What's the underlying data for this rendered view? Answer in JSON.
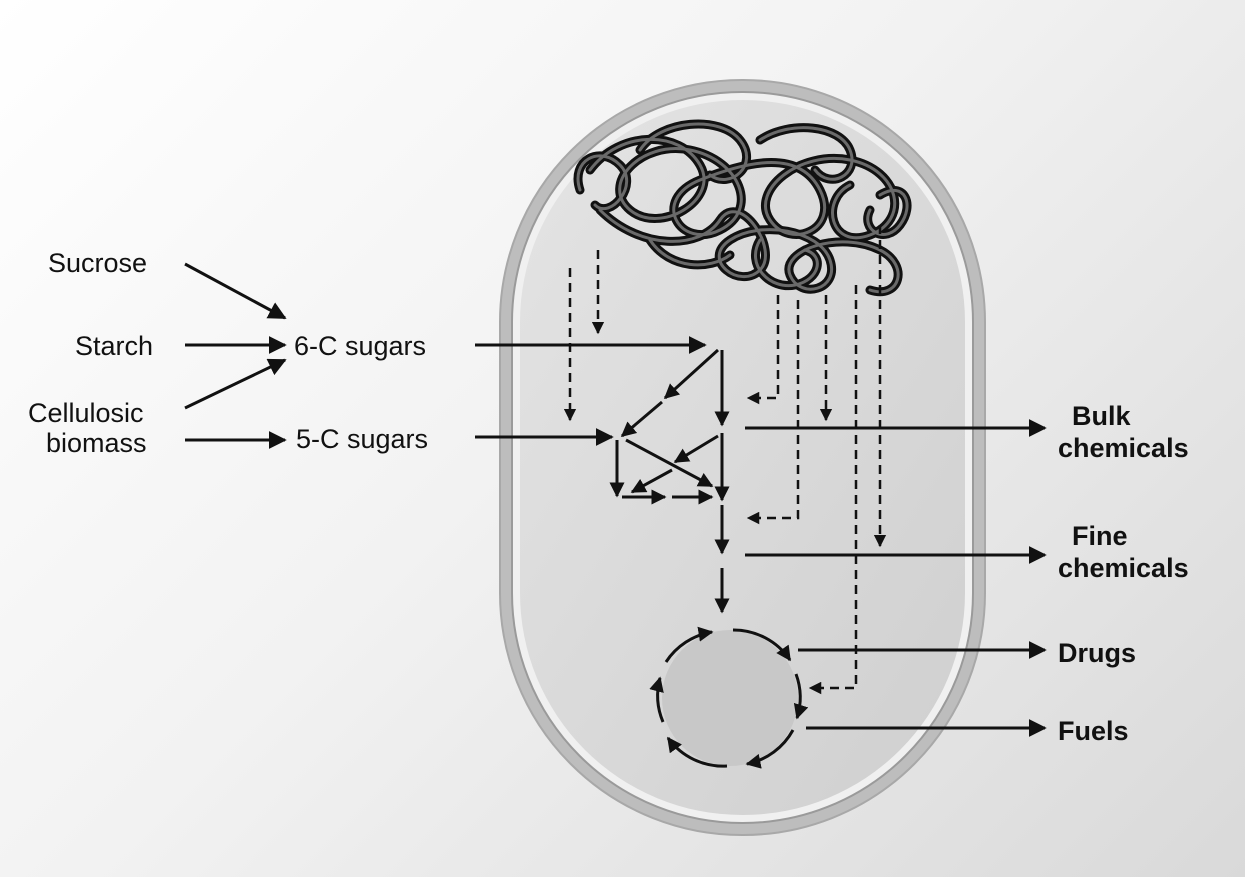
{
  "inputs": {
    "sucrose": "Sucrose",
    "starch": "Starch",
    "cellulosic_line1": "Cellulosic",
    "cellulosic_line2": "biomass"
  },
  "sugars": {
    "six_c": "6-C sugars",
    "five_c": "5-C sugars"
  },
  "outputs": {
    "bulk_line1": "Bulk",
    "bulk_line2": "chemicals",
    "fine_line1": "Fine",
    "fine_line2": "chemicals",
    "drugs": "Drugs",
    "fuels": "Fuels"
  }
}
